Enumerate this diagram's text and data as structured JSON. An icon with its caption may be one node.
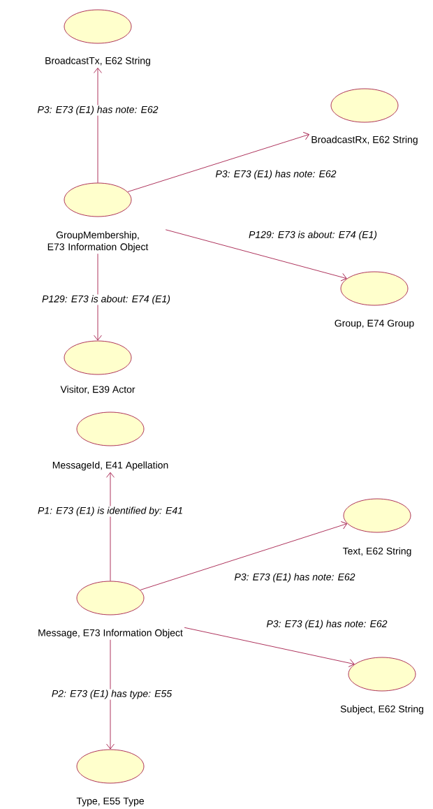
{
  "diagram": {
    "nodes": [
      {
        "text": [
          "BroadcastTx, E62 String"
        ]
      },
      {
        "text": [
          "BroadcastRx, E62 String"
        ]
      },
      {
        "text": [
          "GroupMembership, E73 Information Object"
        ]
      },
      {
        "text": [
          "Group, E74 Group"
        ]
      },
      {
        "text": [
          "Visitor, E39 Actor"
        ]
      },
      {
        "text": [
          "MessageId, E41 Apellation"
        ]
      },
      {
        "text": [
          "Text, E62 String"
        ]
      },
      {
        "text": [
          "Message, E73 Information Object"
        ]
      },
      {
        "text": [
          "Subject, E62 String"
        ]
      },
      {
        "text": [
          "Type, E55 Type"
        ]
      }
    ],
    "edges": [
      {
        "from": 2,
        "to": 0,
        "arrow": "to",
        "label": "P3: E73 (E1) has note: E62"
      },
      {
        "from": 2,
        "to": 1,
        "arrow": "to",
        "label": "P3: E73 (E1) has note: E62"
      },
      {
        "from": 2,
        "to": 3,
        "arrow": "to",
        "label": "P129: E73 is about: E74 (E1)"
      },
      {
        "from": 2,
        "to": 4,
        "arrow": "to",
        "label": "P129: E73 is about: E74 (E1)"
      },
      {
        "from": 7,
        "to": 5,
        "arrow": "to",
        "label": "P1: E73 (E1) is identified by: E41"
      },
      {
        "from": 7,
        "to": 6,
        "arrow": "to",
        "label": "P3: E73 (E1) has note: E62"
      },
      {
        "from": 7,
        "to": 8,
        "arrow": "to",
        "label": "P3: E73 (E1) has note: E62"
      },
      {
        "from": 7,
        "to": 9,
        "arrow": "to",
        "label": "P2: E73 (E1) has type: E55"
      }
    ]
  }
}
